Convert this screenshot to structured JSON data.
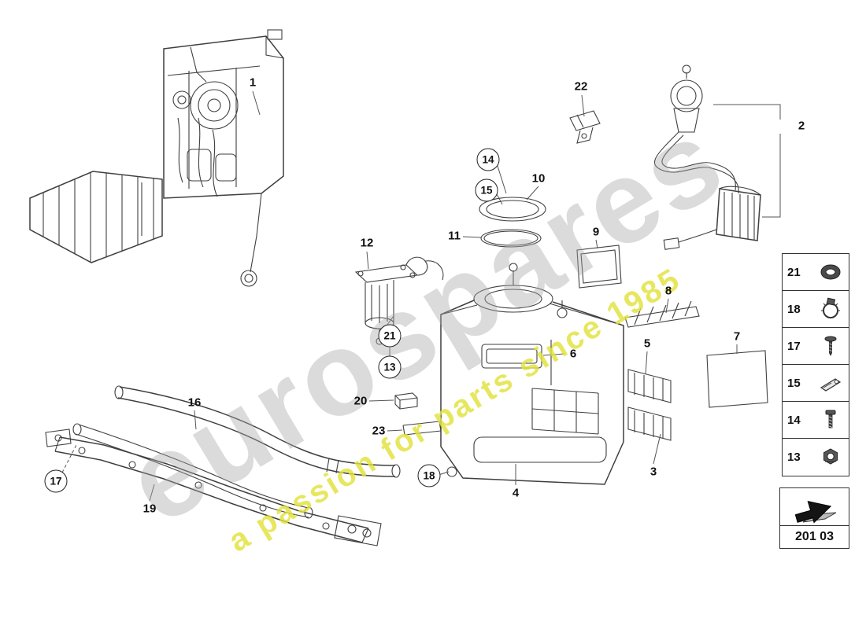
{
  "watermark": {
    "brand": "eurospares",
    "tagline": "a passion for parts since 1985"
  },
  "diagram_code": "201 03",
  "colors": {
    "line": "#3f3f3f",
    "watermark_gray": "#a4a4a4",
    "watermark_yellow": "#e2e23c"
  },
  "callouts": [
    {
      "label": "1",
      "circled": false
    },
    {
      "label": "2",
      "circled": false
    },
    {
      "label": "3",
      "circled": false
    },
    {
      "label": "4",
      "circled": false
    },
    {
      "label": "5",
      "circled": false
    },
    {
      "label": "6",
      "circled": false
    },
    {
      "label": "7",
      "circled": false
    },
    {
      "label": "8",
      "circled": false
    },
    {
      "label": "9",
      "circled": false
    },
    {
      "label": "10",
      "circled": false
    },
    {
      "label": "11",
      "circled": false
    },
    {
      "label": "12",
      "circled": false
    },
    {
      "label": "13",
      "circled": true
    },
    {
      "label": "14",
      "circled": true
    },
    {
      "label": "15",
      "circled": true
    },
    {
      "label": "16",
      "circled": false
    },
    {
      "label": "17",
      "circled": true
    },
    {
      "label": "18",
      "circled": true
    },
    {
      "label": "19",
      "circled": false
    },
    {
      "label": "20",
      "circled": false
    },
    {
      "label": "21",
      "circled": true
    },
    {
      "label": "22",
      "circled": false
    },
    {
      "label": "23",
      "circled": false
    }
  ],
  "legend": {
    "rows": [
      {
        "number": "21",
        "icon": "washer"
      },
      {
        "number": "18",
        "icon": "hose-clamp"
      },
      {
        "number": "17",
        "icon": "screw"
      },
      {
        "number": "15",
        "icon": "retaining-clip"
      },
      {
        "number": "14",
        "icon": "bolt"
      },
      {
        "number": "13",
        "icon": "nut"
      }
    ]
  }
}
